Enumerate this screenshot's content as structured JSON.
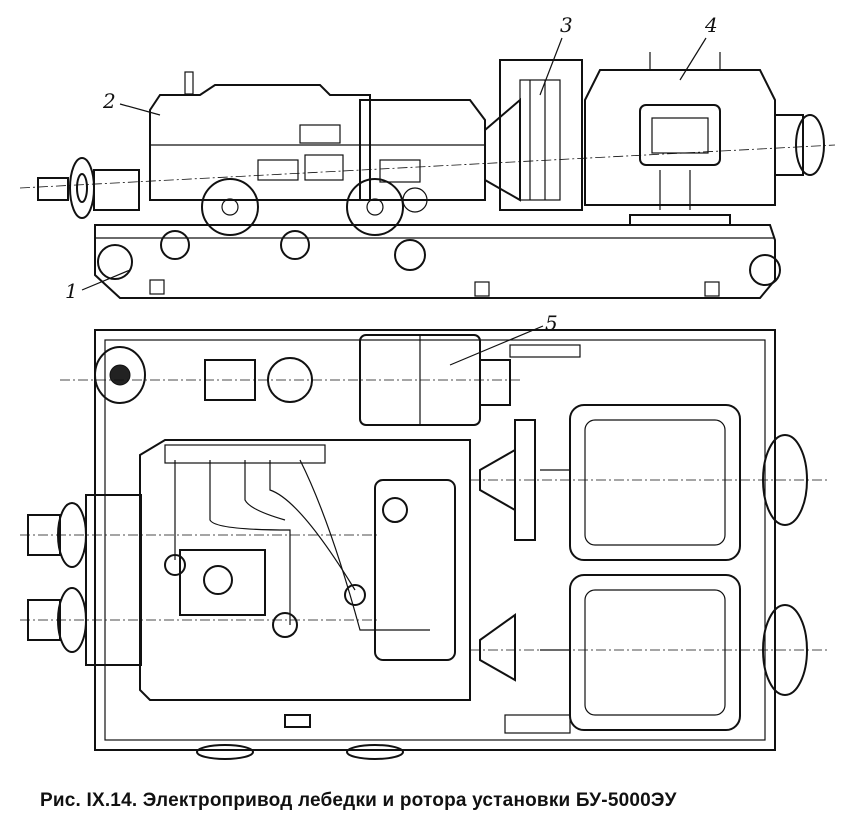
{
  "callouts": {
    "frame": "1",
    "winch_gearbox": "2",
    "clutch": "3",
    "winch_motor": "4",
    "rotor_motor": "5"
  },
  "caption": "Рис. IX.14. Электропривод лебедки и ротора установки БУ-5000ЭУ"
}
